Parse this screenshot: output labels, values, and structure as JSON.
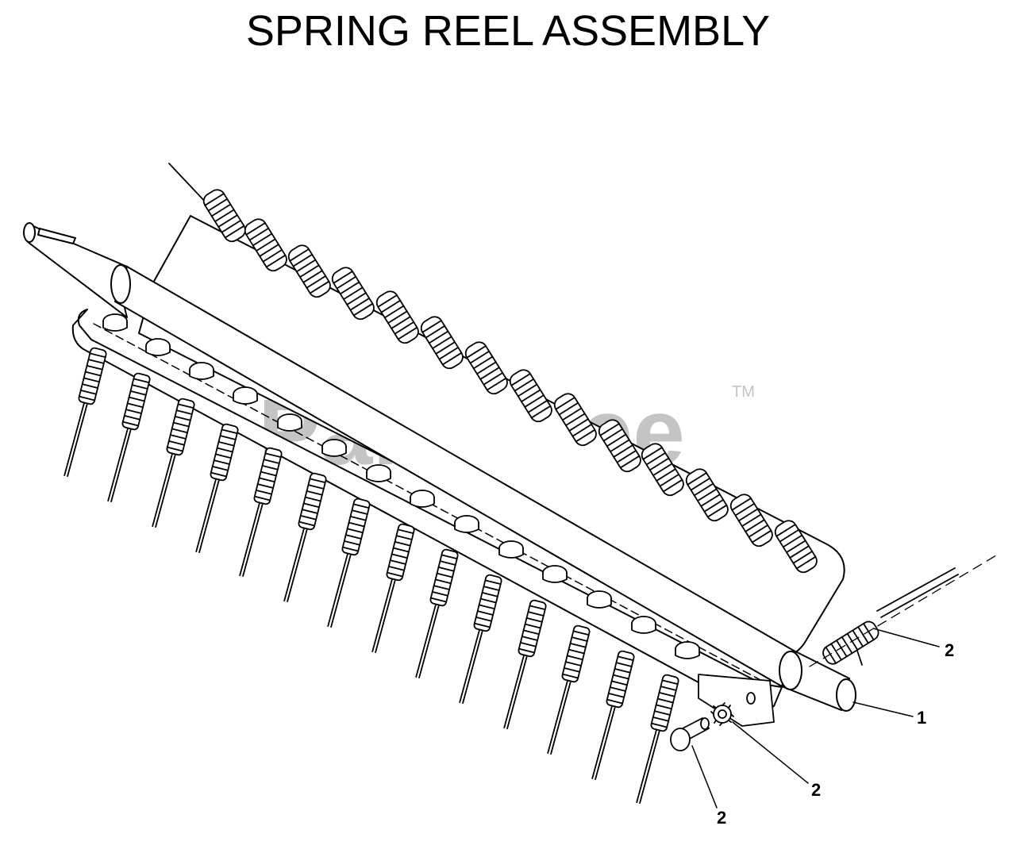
{
  "title": "SPRING REEL ASSEMBLY",
  "watermark": {
    "text": "PartsTree",
    "mark": "TM"
  },
  "callouts": [
    {
      "label": "1",
      "part": "shaft"
    },
    {
      "label": "2",
      "part": "end-spring"
    },
    {
      "label": "2",
      "part": "lock-washer"
    },
    {
      "label": "2",
      "part": "bolt"
    }
  ],
  "colors": {
    "line": "#000000",
    "watermark": "#c4c4c4",
    "background": "#ffffff"
  }
}
